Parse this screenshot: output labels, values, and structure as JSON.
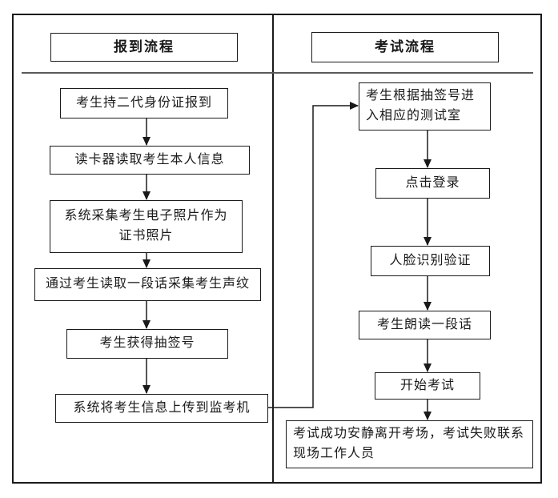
{
  "diagram": {
    "left_column": {
      "title": "报到流程",
      "steps": [
        "考生持二代身份证报到",
        "读卡器读取考生本人信息",
        "系统采集考生电子照片作为证书照片",
        "通过考生读取一段话采集考生声纹",
        "考生获得抽签号",
        "系统将考生信息上传到监考机"
      ]
    },
    "right_column": {
      "title": "考试流程",
      "steps": [
        "考生根据抽签号进入相应的测试室",
        "点击登录",
        "人脸识别验证",
        "考生朗读一段话",
        "开始考试",
        "考试成功安静离开考场，考试失败联系现场工作人员"
      ]
    },
    "colors": {
      "line": "#1a1a1a",
      "header_rule": "#5a5a5a",
      "background": "#ffffff"
    }
  }
}
